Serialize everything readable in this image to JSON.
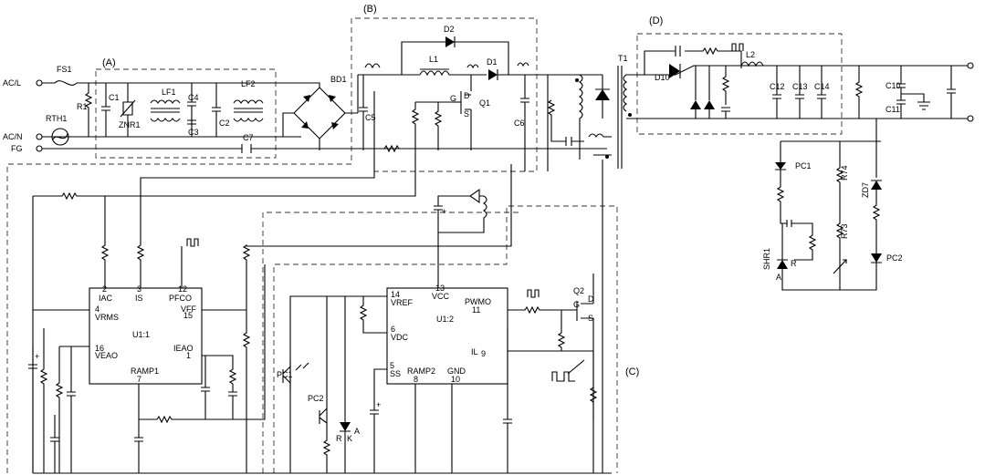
{
  "blocks": {
    "a": "(A)",
    "b": "(B)",
    "c": "(C)",
    "d": "(D)"
  },
  "terminals": {
    "acl": "AC/L",
    "acn": "AC/N",
    "fg": "FG"
  },
  "components": {
    "fs1": "FS1",
    "rth1": "RTH1",
    "r1": "R1",
    "c1": "C1",
    "znr1": "ZNR1",
    "lf1": "LF1",
    "c4": "C4",
    "c3": "C3",
    "c2": "C2",
    "lf2": "LF2",
    "c7": "C7",
    "bd1": "BD1",
    "c5": "C5",
    "d2": "D2",
    "l1": "L1",
    "d1": "D1",
    "q1": "Q1",
    "c6": "C6",
    "t1": "T1",
    "d10": "D10",
    "l2": "L2",
    "c12": "C12",
    "c13": "C13",
    "c14": "C14",
    "c10": "C10",
    "c11": "C11",
    "pc1_top": "PC1",
    "r74": "R74",
    "zd7": "ZD7",
    "r73": "R73",
    "shr1": "SHR1",
    "pc2_right": "PC2",
    "q2": "Q2",
    "pc1_left": "PC1",
    "pc2_left": "PC2",
    "q_g": "G",
    "q_d": "D",
    "q_s": "S",
    "shr_a": "A",
    "shr_k": "K",
    "shr_r": "R"
  },
  "u1_1": {
    "name": "U1:1",
    "iac": "IAC",
    "iac_pin": "2",
    "is": "IS",
    "is_pin": "3",
    "pfco": "PFCO",
    "pfco_pin": "12",
    "vrms": "VRMS",
    "vrms_pin": "4",
    "vff": "VFF",
    "vff_pin": "15",
    "veao": "VEAO",
    "veao_pin": "16",
    "ieao": "IEAO",
    "ieao_pin": "1",
    "ramp": "RAMP1",
    "ramp_pin": "7"
  },
  "u1_2": {
    "name": "U1:2",
    "vref": "VREF",
    "vref_pin": "14",
    "vcc": "VCC",
    "vcc_pin": "13",
    "pwmo": "PWMO",
    "pwmo_pin": "11",
    "vdc": "VDC",
    "vdc_pin": "6",
    "il": "IL",
    "il_pin": "9",
    "ss": "SS",
    "ss_pin": "5",
    "ramp": "RAMP2",
    "ramp_pin": "8",
    "gnd": "GND",
    "gnd_pin": "10"
  },
  "misc": {
    "plus": "+",
    "plus_plus": "+ +"
  }
}
